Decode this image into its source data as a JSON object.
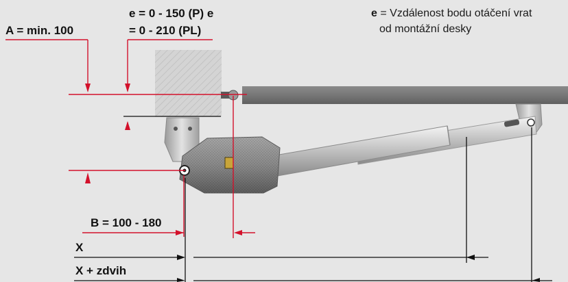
{
  "labels": {
    "a_dimension": "A = min. 100",
    "e_line1": "e = 0 - 150 (P) e",
    "e_line2": "= 0 - 210 (PL)",
    "b_dimension": "B = 100 - 180",
    "x_label": "X",
    "x_stroke_label": "X + zdvih"
  },
  "legend": {
    "symbol": "e",
    "text_line1": "= Vzdálenost bodu otáčení vrat",
    "text_line2": "od montážní desky"
  },
  "colors": {
    "dimension_red": "#d3112b",
    "background": "#e6e6e6",
    "gate_beam": "#7b7b7b",
    "pillar": "#d2d2d2",
    "motor_body": "#8e8e8e",
    "rod": "#bdbdbd"
  }
}
